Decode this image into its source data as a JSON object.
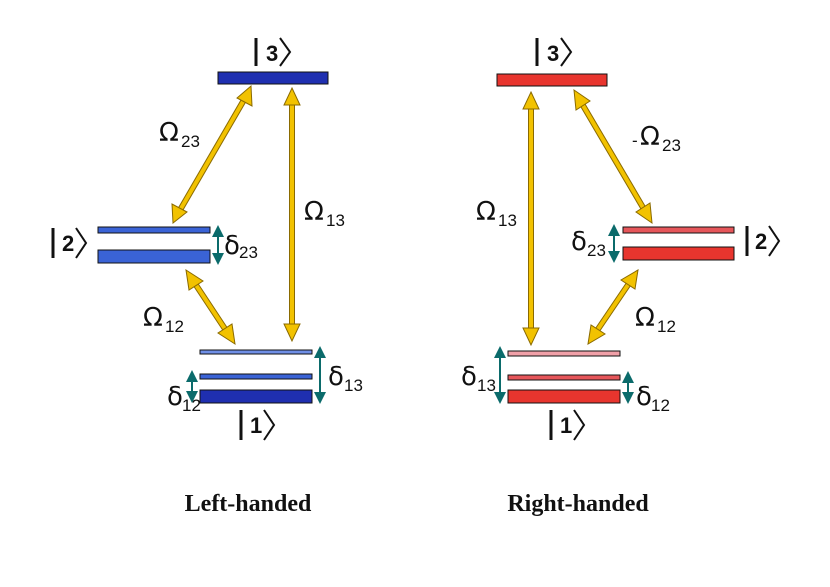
{
  "colors": {
    "left_dark": "#1f2fb0",
    "left_mid": "#3a63d6",
    "left_light": "#6f8fe6",
    "right_dark": "#e8352e",
    "right_mid": "#e6565a",
    "right_light": "#f0a0a8",
    "arrow_gold": "#f2c200",
    "arrow_outline": "#8a6a00",
    "delta_arrow": "#0b6b6b"
  },
  "left": {
    "caption": "Left-handed",
    "ket1": "1",
    "ket2": "2",
    "ket3": "3",
    "omega23": "Ω",
    "omega23_sub": "23",
    "omega13": "Ω",
    "omega13_sub": "13",
    "omega12": "Ω",
    "omega12_sub": "12",
    "delta23": "δ",
    "delta23_sub": "23",
    "delta13": "δ",
    "delta13_sub": "13",
    "delta12": "δ",
    "delta12_sub": "12"
  },
  "right": {
    "caption": "Right-handed",
    "ket1": "1",
    "ket2": "2",
    "ket3": "3",
    "omega23_prefix": "-",
    "omega23": "Ω",
    "omega23_sub": "23",
    "omega13": "Ω",
    "omega13_sub": "13",
    "omega12": "Ω",
    "omega12_sub": "12",
    "delta23": "δ",
    "delta23_sub": "23",
    "delta13": "δ",
    "delta13_sub": "13",
    "delta12": "δ",
    "delta12_sub": "12"
  }
}
